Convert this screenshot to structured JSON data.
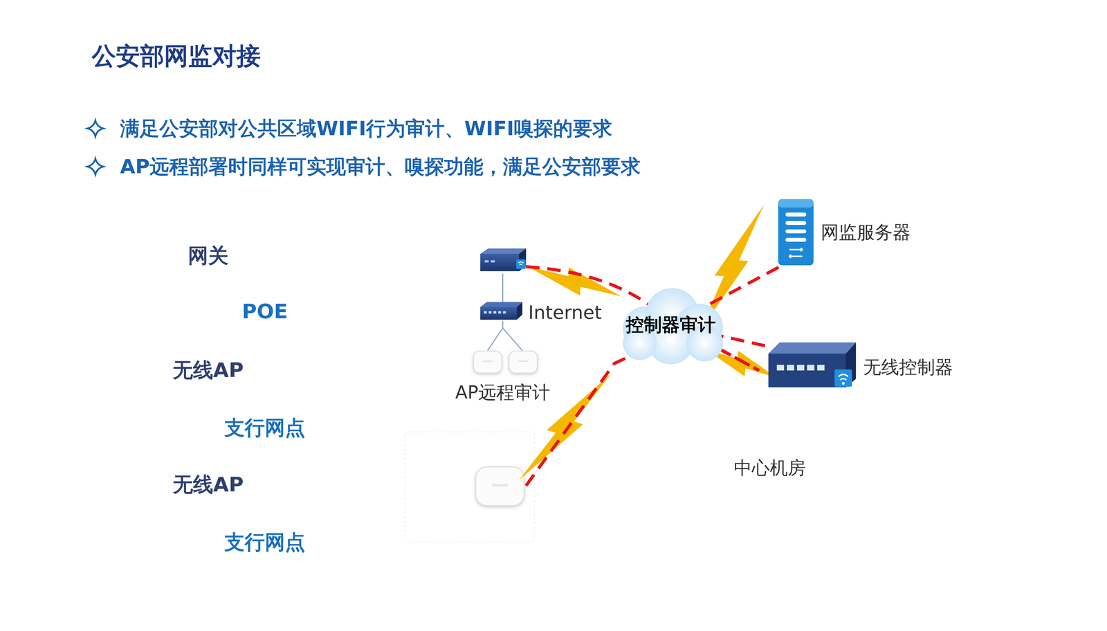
{
  "diagram": {
    "title": "公安部网监对接",
    "nodes": [
      {
        "text": [
          "控制器审计"
        ]
      },
      {
        "text": [
          "网监服务器"
        ]
      },
      {
        "text": [
          "无线控制器"
        ]
      }
    ],
    "edges": [
      {
        "from": 0,
        "to": 1,
        "arrow": "none"
      },
      {
        "from": 0,
        "to": 2,
        "arrow": "none"
      }
    ],
    "labels": [
      "满足公安部对公共区域WIFI行为审计、WIFI嗅探的要求",
      "AP远程部署时同样可实现审计、嗅探功能，满足公安部要求",
      "网关",
      "POE",
      "无线AP",
      "支行网点",
      "无线AP",
      "支行网点",
      "Internet",
      "AP远程审计",
      "中心机房"
    ]
  }
}
